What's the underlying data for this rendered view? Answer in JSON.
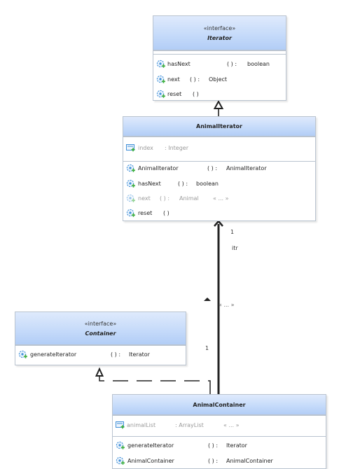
{
  "iterator": {
    "stereotype": "«interface»",
    "name": "Iterator",
    "operations": [
      {
        "name": "hasNext",
        "params": "( ) :",
        "type": "boolean"
      },
      {
        "name": "next",
        "params": "( ) :",
        "type": "Object"
      },
      {
        "name": "reset",
        "params": "( )",
        "type": ""
      }
    ]
  },
  "animal_iterator": {
    "name": "AnimalIterator",
    "attribute": {
      "name": "index",
      "type": ": Integer"
    },
    "operations": [
      {
        "name": "AnimalIterator",
        "params": "( ) :",
        "type": "AnimalIterator",
        "extra": ""
      },
      {
        "name": "hasNext",
        "params": "( ) :",
        "type": "boolean",
        "extra": ""
      },
      {
        "name": "next",
        "params": "( ) :",
        "type": "Animal",
        "extra": "« ... »"
      },
      {
        "name": "reset",
        "params": "( )",
        "type": "",
        "extra": ""
      }
    ]
  },
  "container": {
    "stereotype": "«interface»",
    "name": "Container",
    "operations": [
      {
        "name": "generateIterator",
        "params": "( ) :",
        "type": "Iterator"
      }
    ]
  },
  "animal_container": {
    "name": "AnimalContainer",
    "attribute": {
      "name": "animalList",
      "type": ": ArrayList",
      "extra": "« ... »"
    },
    "operations": [
      {
        "name": "generateIterator",
        "params": "( ) :",
        "type": "Iterator"
      },
      {
        "name": "AnimalContainer",
        "params": "( ) :",
        "type": "AnimalContainer"
      }
    ]
  },
  "association": {
    "multiplicity_top": "1",
    "role": "itr",
    "stereotype": "« ... »",
    "multiplicity_bottom": "1"
  },
  "colors": {
    "header_gradient_top": "#dfeafc",
    "header_gradient_bottom": "#b2cdf6",
    "border": "#b9c3cf",
    "operation_icon": "#3f8fd8",
    "operation_plus": "#3cae3c"
  }
}
